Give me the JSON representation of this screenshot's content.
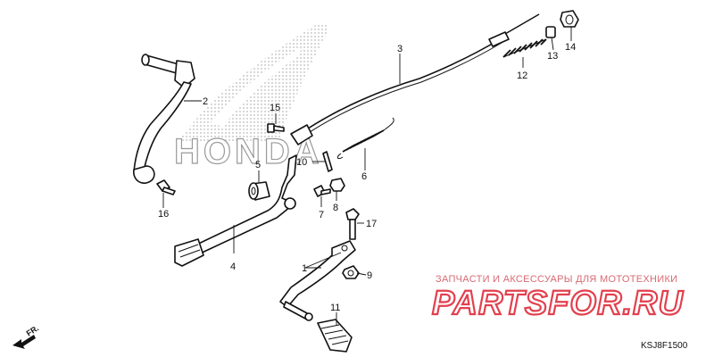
{
  "diagram": {
    "callouts": [
      {
        "id": "1",
        "label": "1"
      },
      {
        "id": "2",
        "label": "2"
      },
      {
        "id": "3",
        "label": "3"
      },
      {
        "id": "4",
        "label": "4"
      },
      {
        "id": "5",
        "label": "5"
      },
      {
        "id": "6",
        "label": "6"
      },
      {
        "id": "7",
        "label": "7"
      },
      {
        "id": "8",
        "label": "8"
      },
      {
        "id": "9",
        "label": "9"
      },
      {
        "id": "10",
        "label": "10"
      },
      {
        "id": "11",
        "label": "11"
      },
      {
        "id": "12",
        "label": "12"
      },
      {
        "id": "13",
        "label": "13"
      },
      {
        "id": "14",
        "label": "14"
      },
      {
        "id": "15",
        "label": "15"
      },
      {
        "id": "16",
        "label": "16"
      },
      {
        "id": "17",
        "label": "17"
      }
    ],
    "watermark_brand": "HONDA",
    "direction_label": "FR.",
    "diagram_code": "KSJ8F1500"
  },
  "shop": {
    "tagline": "ЗАПЧАСТИ И АКСЕССУАРЫ ДЛЯ МОТОТЕХНИКИ",
    "brand": "PARTSFOR.RU",
    "brand_color": "#e2404e"
  }
}
